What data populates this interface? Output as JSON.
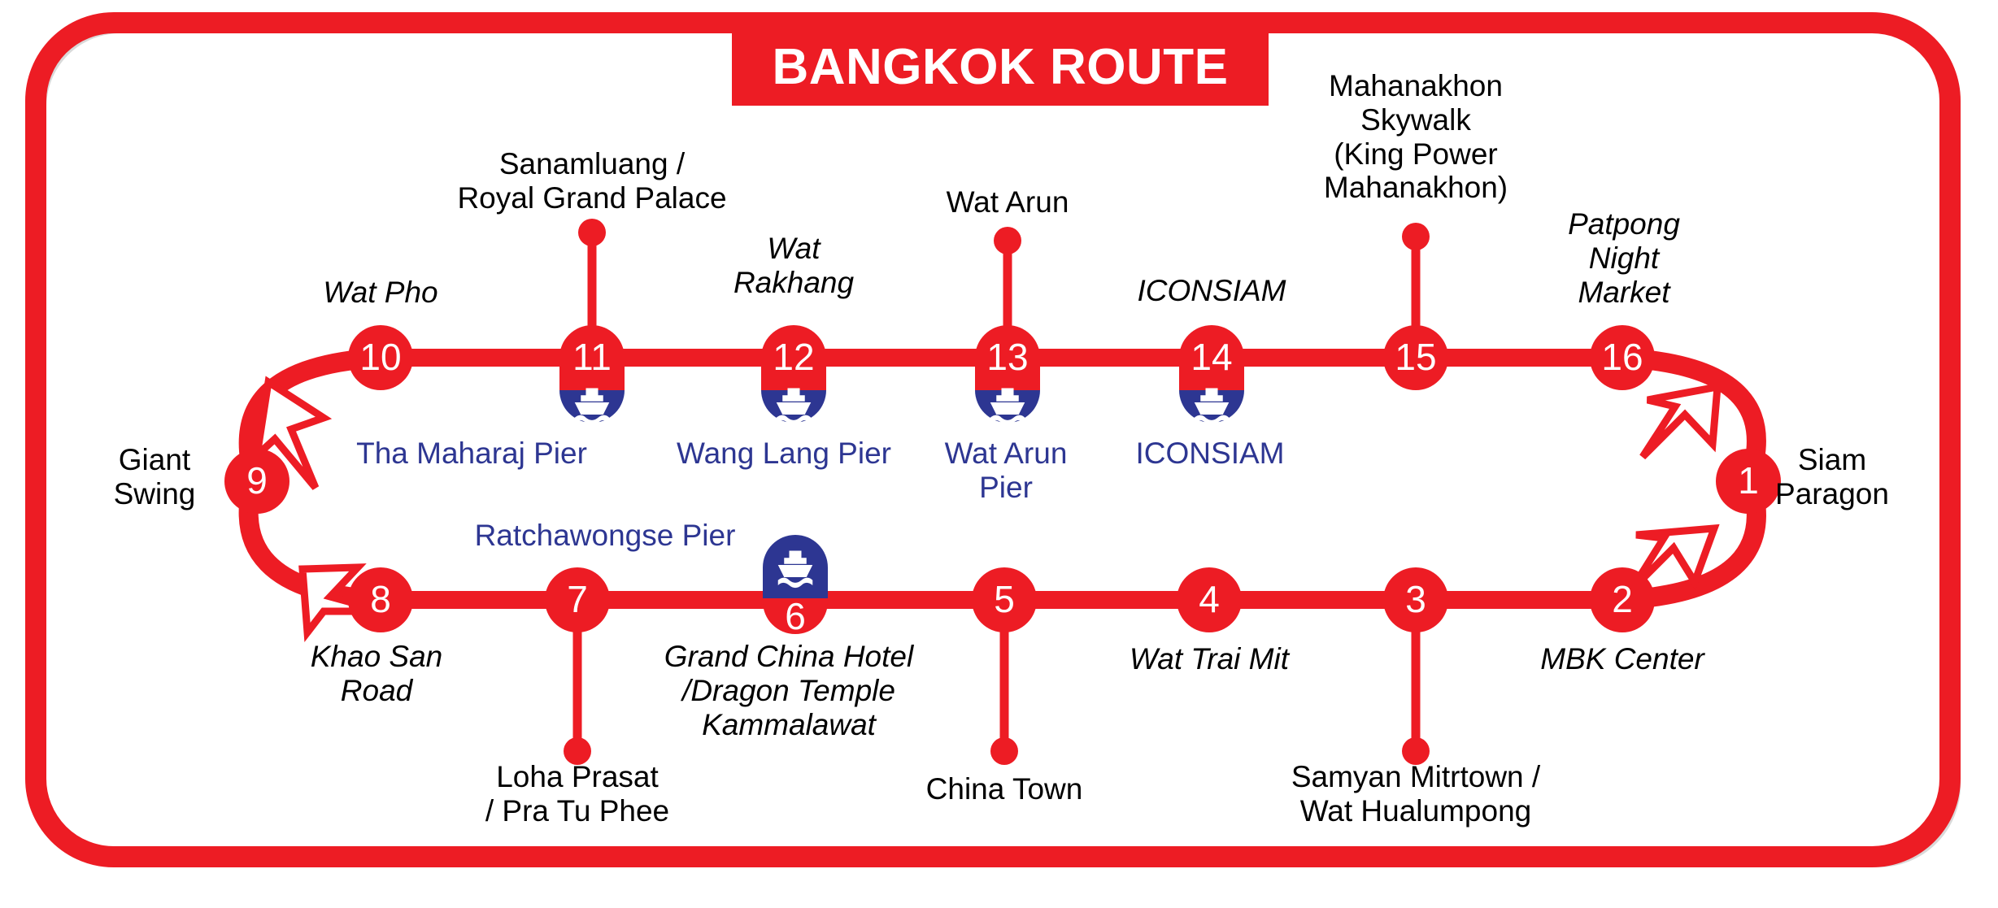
{
  "title": {
    "text": "BANGKOK ROUTE"
  },
  "colors": {
    "route_red": "#ed1c24",
    "pier_blue": "#2d3692",
    "label_black": "#000000",
    "background": "#ffffff"
  },
  "legend": {
    "boat_icon_name": "ferry-boat-icon"
  },
  "stations": [
    {
      "number": "1",
      "type": "circle",
      "attraction": "Siam Paragon",
      "attraction_style": "upright",
      "pier": null
    },
    {
      "number": "2",
      "type": "circle",
      "attraction": "MBK Center",
      "attraction_style": "italic",
      "pier": null
    },
    {
      "number": "3",
      "type": "circle",
      "attraction": "Samyan Mitrtown /\nWat Hualumpong",
      "attraction_style": "upright",
      "pier": null
    },
    {
      "number": "4",
      "type": "circle",
      "attraction": "Wat Trai Mit",
      "attraction_style": "italic",
      "pier": null
    },
    {
      "number": "5",
      "type": "circle",
      "attraction": "China Town",
      "attraction_style": "upright",
      "pier": null
    },
    {
      "number": "6",
      "type": "pier-above",
      "attraction": "Grand China Hotel\n/Dragon Temple\nKammalawat",
      "attraction_style": "italic",
      "pier": "Ratchawongse Pier"
    },
    {
      "number": "7",
      "type": "circle",
      "attraction": "Loha Prasat\n/ Pra Tu Phee",
      "attraction_style": "upright",
      "pier": null
    },
    {
      "number": "8",
      "type": "circle",
      "attraction": "Khao San\nRoad",
      "attraction_style": "italic",
      "pier": null
    },
    {
      "number": "9",
      "type": "circle",
      "attraction": "Giant\nSwing",
      "attraction_style": "upright",
      "pier": null
    },
    {
      "number": "10",
      "type": "circle",
      "attraction": "Wat Pho",
      "attraction_style": "italic",
      "pier": null
    },
    {
      "number": "11",
      "type": "pier-below",
      "attraction": "Sanamluang /\nRoyal Grand Palace",
      "attraction_style": "upright",
      "pier": "Tha Maharaj Pier"
    },
    {
      "number": "12",
      "type": "pier-below",
      "attraction": "Wat\nRakhang",
      "attraction_style": "italic",
      "pier": "Wang Lang Pier"
    },
    {
      "number": "13",
      "type": "pier-below",
      "attraction": "Wat Arun",
      "attraction_style": "upright",
      "pier": "Wat Arun\nPier"
    },
    {
      "number": "14",
      "type": "pier-below",
      "attraction": "ICONSIAM",
      "attraction_style": "italic",
      "pier": "ICONSIAM"
    },
    {
      "number": "15",
      "type": "circle",
      "attraction": "Mahanakhon\nSkywalk\n(King Power\nMahanakhon)",
      "attraction_style": "upright",
      "pier": null
    },
    {
      "number": "16",
      "type": "circle",
      "attraction": "Patpong\nNight\nMarket",
      "attraction_style": "italic",
      "pier": null
    }
  ]
}
